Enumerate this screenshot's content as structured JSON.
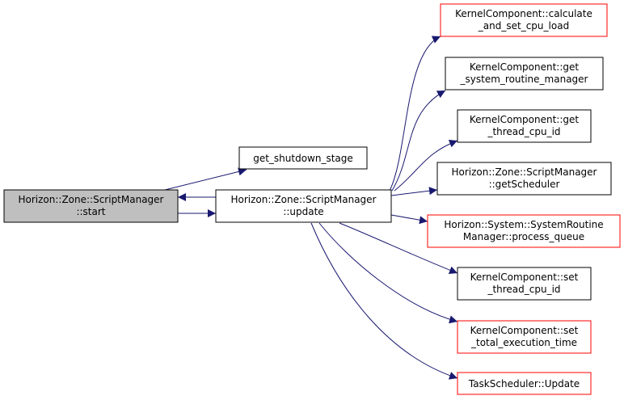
{
  "colors": {
    "edge": "#191970",
    "node_border_default": "#000000",
    "node_border_undocumented": "#ff0000",
    "focus_fill": "#bfbfbf",
    "node_fill": "#ffffff"
  },
  "nodes": {
    "start": {
      "line1": "Horizon::Zone::ScriptManager",
      "line2": "::start"
    },
    "update": {
      "line1": "Horizon::Zone::ScriptManager",
      "line2": "::update"
    },
    "get_shutdown_stage": {
      "line1": "get_shutdown_stage"
    },
    "calculate_and_set_cpu_load": {
      "line1": "KernelComponent::calculate",
      "line2": "_and_set_cpu_load"
    },
    "get_system_routine_manager": {
      "line1": "KernelComponent::get",
      "line2": "_system_routine_manager"
    },
    "get_thread_cpu_id": {
      "line1": "KernelComponent::get",
      "line2": "_thread_cpu_id"
    },
    "getScheduler": {
      "line1": "Horizon::Zone::ScriptManager",
      "line2": "::getScheduler"
    },
    "process_queue": {
      "line1": "Horizon::System::SystemRoutine",
      "line2": "Manager::process_queue"
    },
    "set_thread_cpu_id": {
      "line1": "KernelComponent::set",
      "line2": "_thread_cpu_id"
    },
    "set_total_execution_time": {
      "line1": "KernelComponent::set",
      "line2": "_total_execution_time"
    },
    "task_scheduler_update": {
      "line1": "TaskScheduler::Update"
    }
  }
}
